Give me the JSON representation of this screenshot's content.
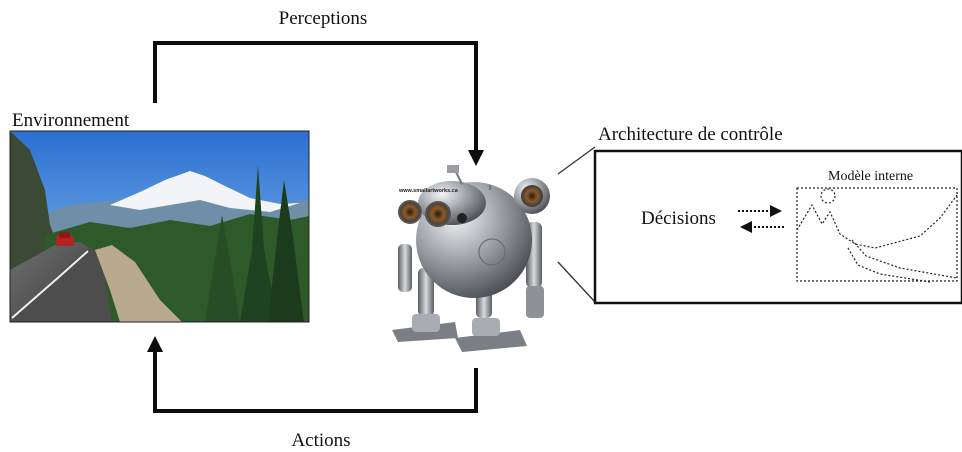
{
  "labels": {
    "perceptions": "Perceptions",
    "actions": "Actions",
    "environment": "Environnement",
    "architecture": "Architecture de contrôle",
    "decisions": "Décisions",
    "internal_model": "Modèle interne",
    "robot_url": "www.smallartworks.ca"
  },
  "colors": {
    "loop_arrows": "#0d0d0d",
    "sky": "#3d7fd9",
    "mountain_snow": "#f2f4f7",
    "forest": "#2e5a2a",
    "road": "#5a5a5a",
    "robot_body": "#9da1a6"
  },
  "icons": {
    "environment": "landscape-photo",
    "agent": "robot-illustration"
  }
}
